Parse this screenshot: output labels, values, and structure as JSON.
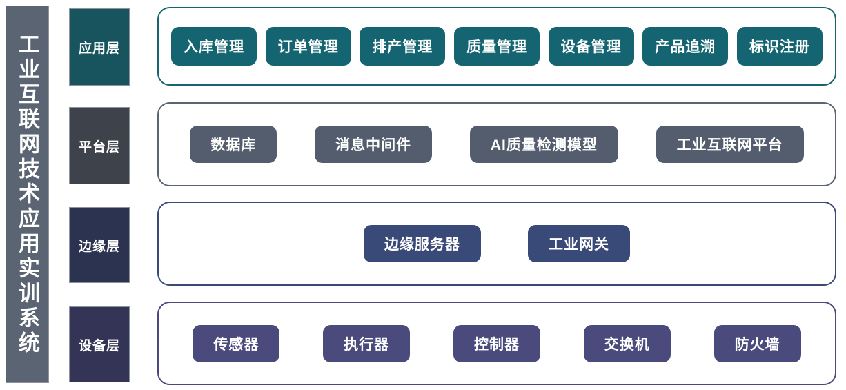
{
  "sidebar": {
    "title": "工业互联网技术应用实训系统"
  },
  "layers": [
    {
      "id": "application",
      "badge": "应用层",
      "badge_color": "#17545e",
      "pill_color": "#146471",
      "border_color": "#17646f",
      "items": [
        "入库管理",
        "订单管理",
        "排产管理",
        "质量管理",
        "设备管理",
        "产品追溯",
        "标识注册"
      ]
    },
    {
      "id": "platform",
      "badge": "平台层",
      "badge_color": "#3e434b",
      "pill_color": "#535d6d",
      "border_color": "#5a6472",
      "items": [
        "数据库",
        "消息中间件",
        "AI质量检测模型",
        "工业互联网平台"
      ]
    },
    {
      "id": "edge",
      "badge": "边缘层",
      "badge_color": "#2b3350",
      "pill_color": "#3a4a78",
      "border_color": "#3a4a78",
      "items": [
        "边缘服务器",
        "工业网关"
      ]
    },
    {
      "id": "device",
      "badge": "设备层",
      "badge_color": "#343456",
      "pill_color": "#4a4a7d",
      "border_color": "#4a4a7d",
      "items": [
        "传感器",
        "执行器",
        "控制器",
        "交换机",
        "防火墙"
      ]
    }
  ]
}
